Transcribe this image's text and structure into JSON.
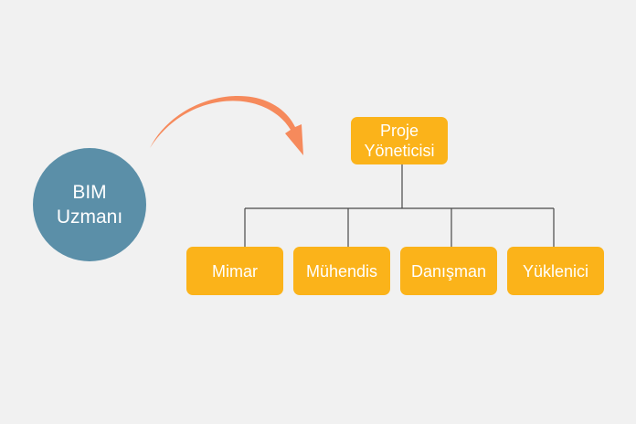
{
  "specialist": {
    "line1": "BIM",
    "line2": "Uzmanı"
  },
  "manager": {
    "line1": "Proje",
    "line2": "Yöneticisi"
  },
  "roles": [
    {
      "label": "Mimar"
    },
    {
      "label": "Mühendis"
    },
    {
      "label": "Danışman"
    },
    {
      "label": "Yüklenici"
    }
  ],
  "colors": {
    "background": "#f1f1f1",
    "circle": "#5b8fa8",
    "box": "#fbb31a",
    "arrow": "#f68a5c",
    "connector": "#4a4a4a",
    "text": "#ffffff"
  }
}
